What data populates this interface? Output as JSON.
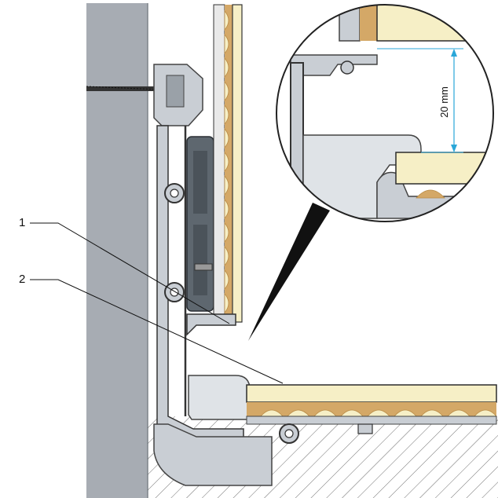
{
  "labels": {
    "callout_1": "1",
    "callout_2": "2",
    "dimension": "20 mm"
  },
  "colors": {
    "wall": "#a7acb3",
    "wall_dark": "#8e949b",
    "profile_fill": "#c9ced4",
    "profile_dark": "#5f6870",
    "board": "#f6efc6",
    "board_edge": "#2c2c2c",
    "insulation": "#d4a867",
    "dimension_line": "#2aa7d8",
    "hatch": "#444444",
    "bracket_dark": "#5e676f"
  }
}
